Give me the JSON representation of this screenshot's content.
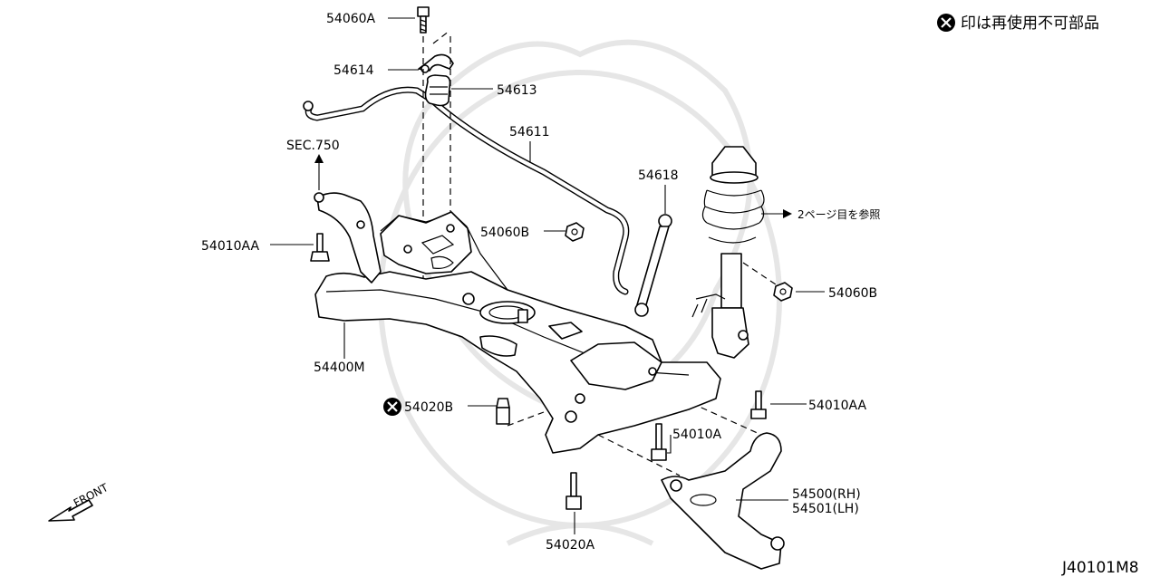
{
  "legend": {
    "text": "印は再使用不可部品",
    "marker": "x-circle-icon"
  },
  "drawing_code": "J40101M8",
  "sec_ref": "SEC.750",
  "front_label": "FRONT",
  "page_ref": "2ページ目を参照",
  "parts": {
    "p54060A": "54060A",
    "p54614": "54614",
    "p54613": "54613",
    "p54611": "54611",
    "p54618": "54618",
    "p54060B_top": "54060B",
    "p54060B_right": "54060B",
    "p54010AA_left": "54010AA",
    "p54010AA_right": "54010AA",
    "p54400M": "54400M",
    "p54020B": "54020B",
    "p54010A": "54010A",
    "p54020A": "54020A",
    "p54500": "54500(RH)",
    "p54501": "54501(LH)"
  },
  "colors": {
    "line": "#000000",
    "watermark": "#e6e6e6",
    "background": "#ffffff"
  }
}
